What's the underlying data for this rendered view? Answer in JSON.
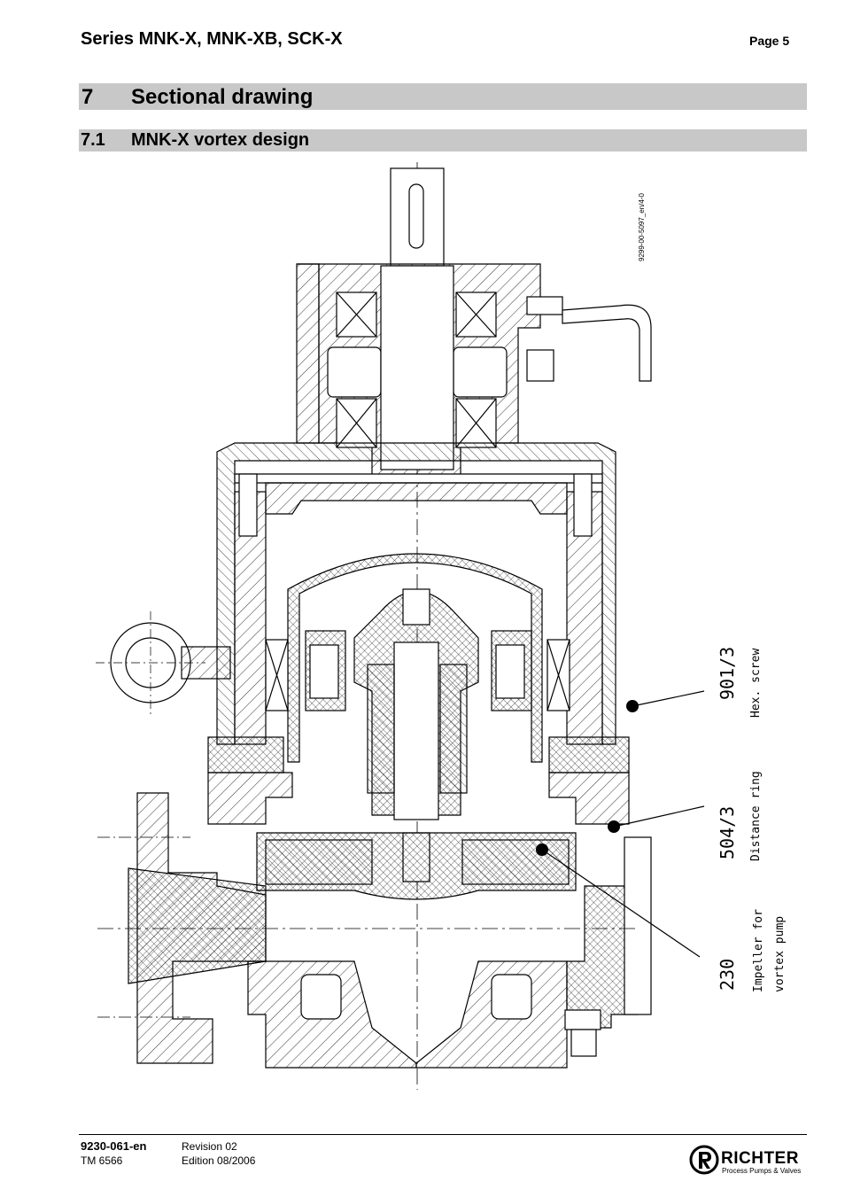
{
  "header": {
    "doc_title": "Series MNK-X, MNK-XB, SCK-X",
    "page": "Page 5"
  },
  "section": {
    "number": "7",
    "title": "Sectional drawing"
  },
  "subsection": {
    "number": "7.1",
    "title": "MNK-X vortex design"
  },
  "drawing": {
    "drawing_number": "9299-00-5097_en/4-0",
    "callouts": [
      {
        "number": "901/3",
        "description": "Hex. screw"
      },
      {
        "number": "504/3",
        "description": "Distance ring"
      },
      {
        "number": "230",
        "description_line1": "Impeller for",
        "description_line2": "vortex pump"
      }
    ]
  },
  "footer": {
    "doc_number": "9230-061-en",
    "tm": "TM 6566",
    "revision": "Revision 02",
    "edition": "Edition 08/2006"
  },
  "brand": {
    "name": "RICHTER",
    "tagline": "Process Pumps & Valves",
    "logo_icon": "richter-r-logo-icon"
  }
}
